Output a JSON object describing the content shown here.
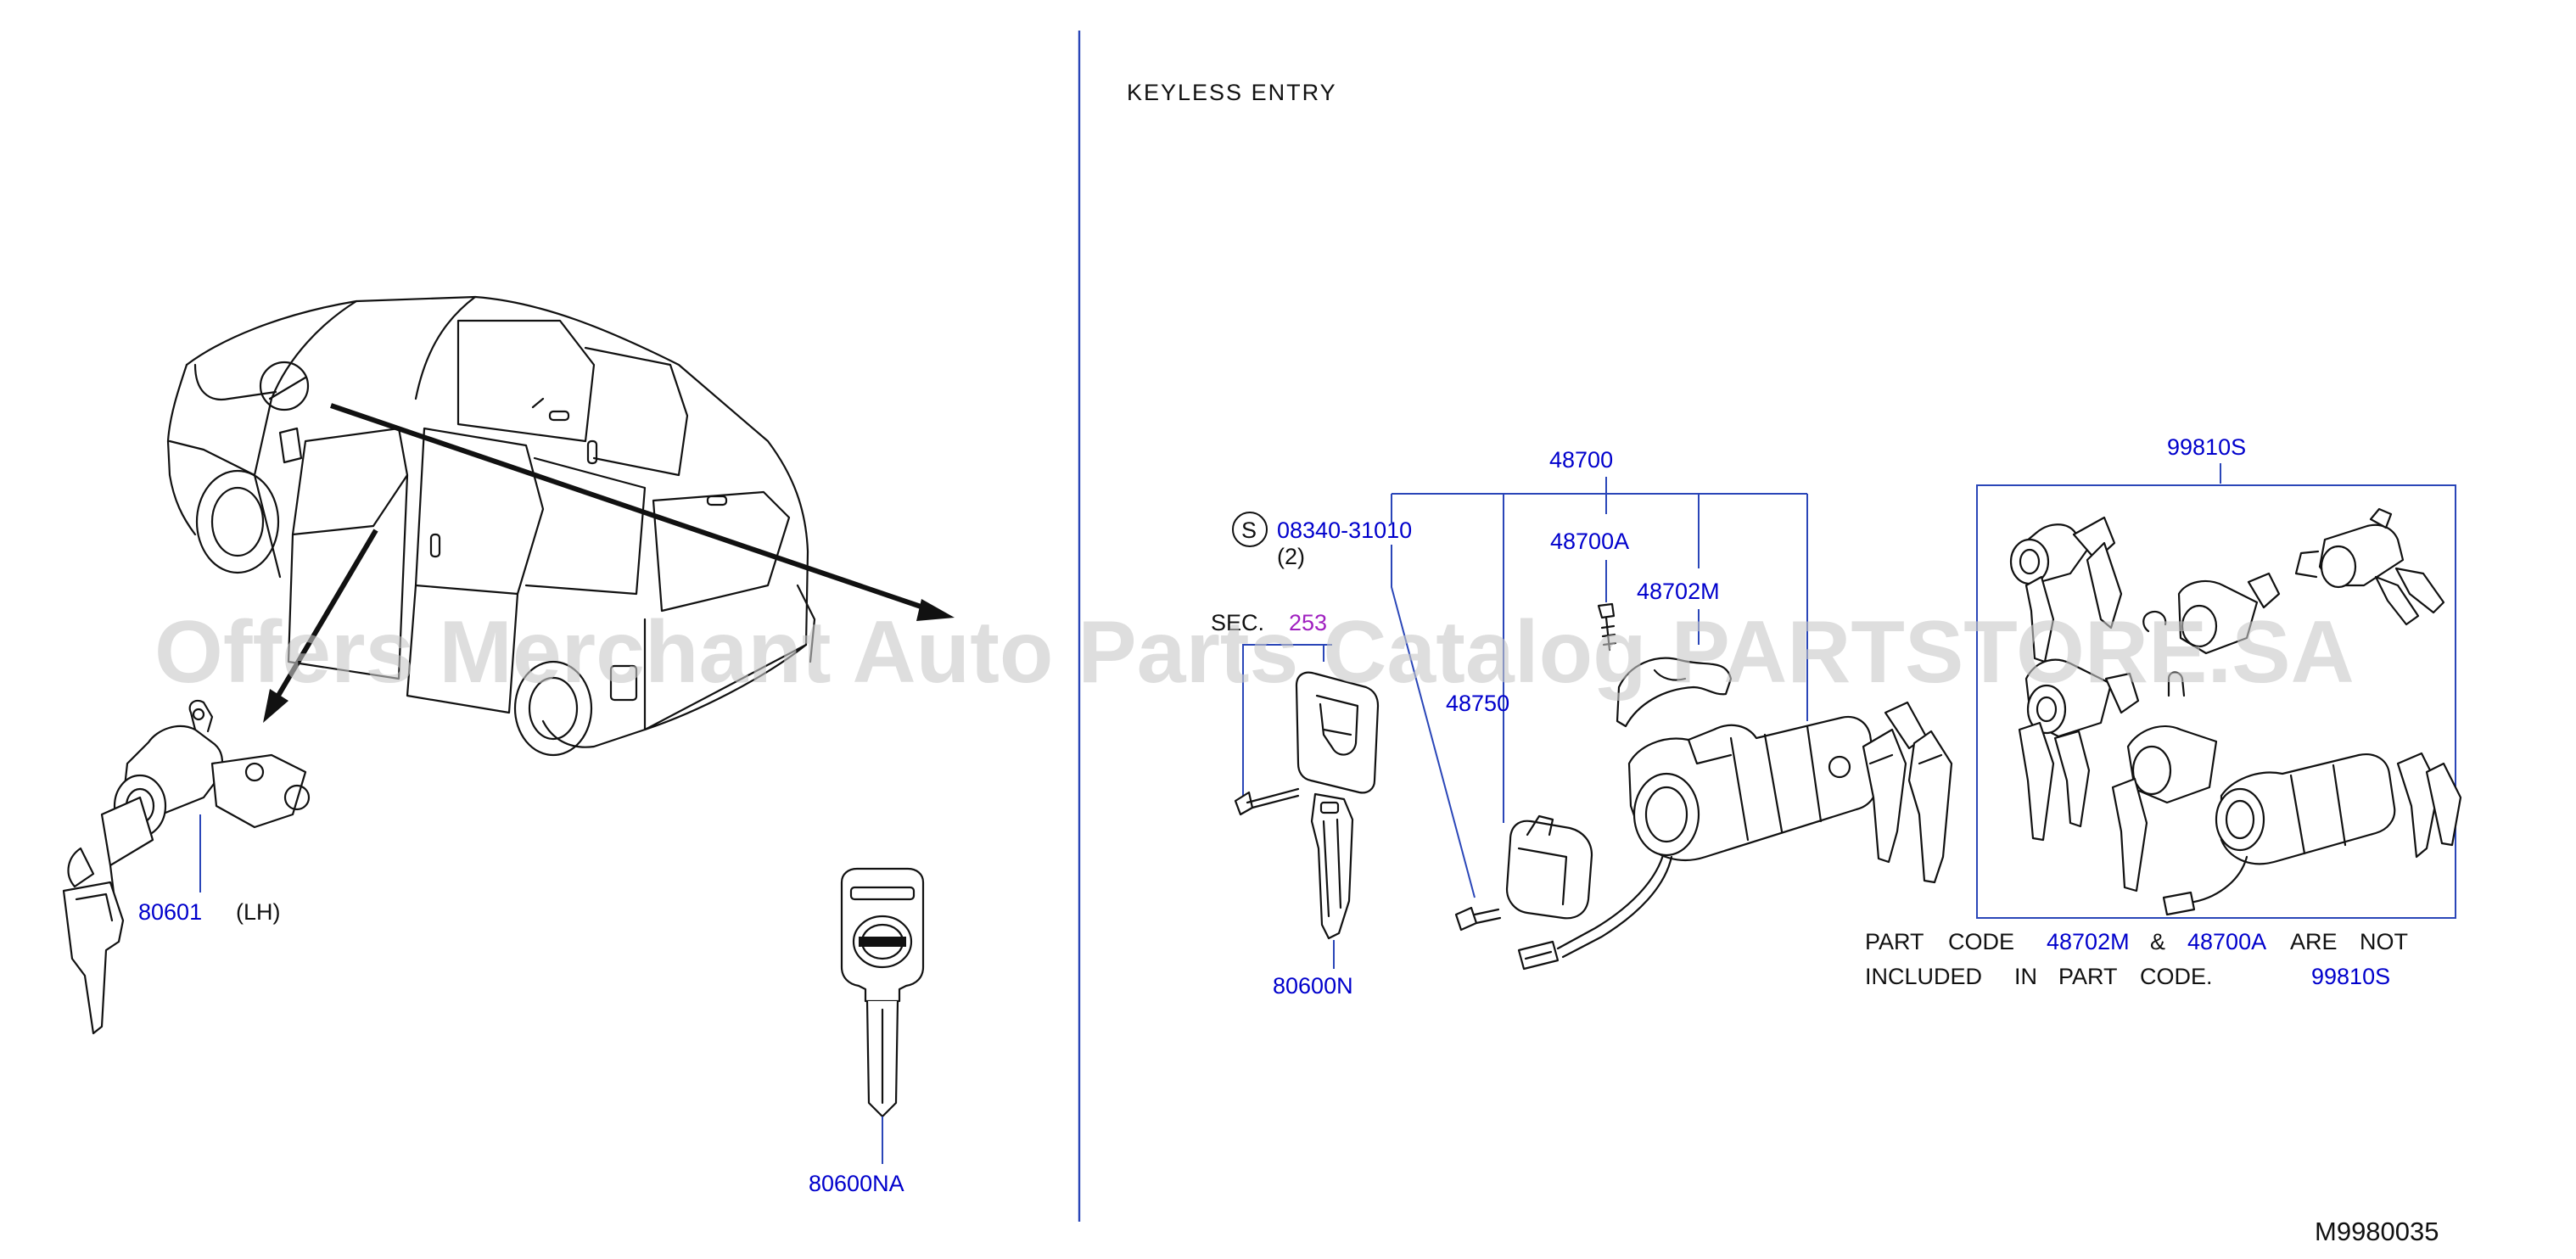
{
  "header": {
    "title": "KEYLESS   ENTRY"
  },
  "parts": {
    "p80601": "80601",
    "p80601_side": "(LH)",
    "p80600NA": "80600NA",
    "p80600N": "80600N",
    "p48700": "48700",
    "p48700A": "48700A",
    "p48702M": "48702M",
    "p48750": "48750",
    "p99810S": "99810S",
    "bolt_code": "08340-31010",
    "bolt_qty": "(2)",
    "bolt_symbol": "S",
    "sec_prefix": "SEC.",
    "sec_number": "253"
  },
  "note": {
    "line1": [
      "PART",
      "CODE",
      "48702M",
      "&",
      "48700A",
      "ARE",
      "NOT"
    ],
    "line2": [
      "INCLUDED",
      "IN",
      "PART",
      "CODE.",
      "99810S"
    ]
  },
  "diagram_code": "M9980035",
  "watermark": "Offers Merchant Auto Parts Catalog PARTSTORE.SA",
  "colors": {
    "label": "#0000cc",
    "callout_line": "#2a46b8",
    "section_ref": "#a020c0",
    "watermark": "#c8c8c8"
  }
}
